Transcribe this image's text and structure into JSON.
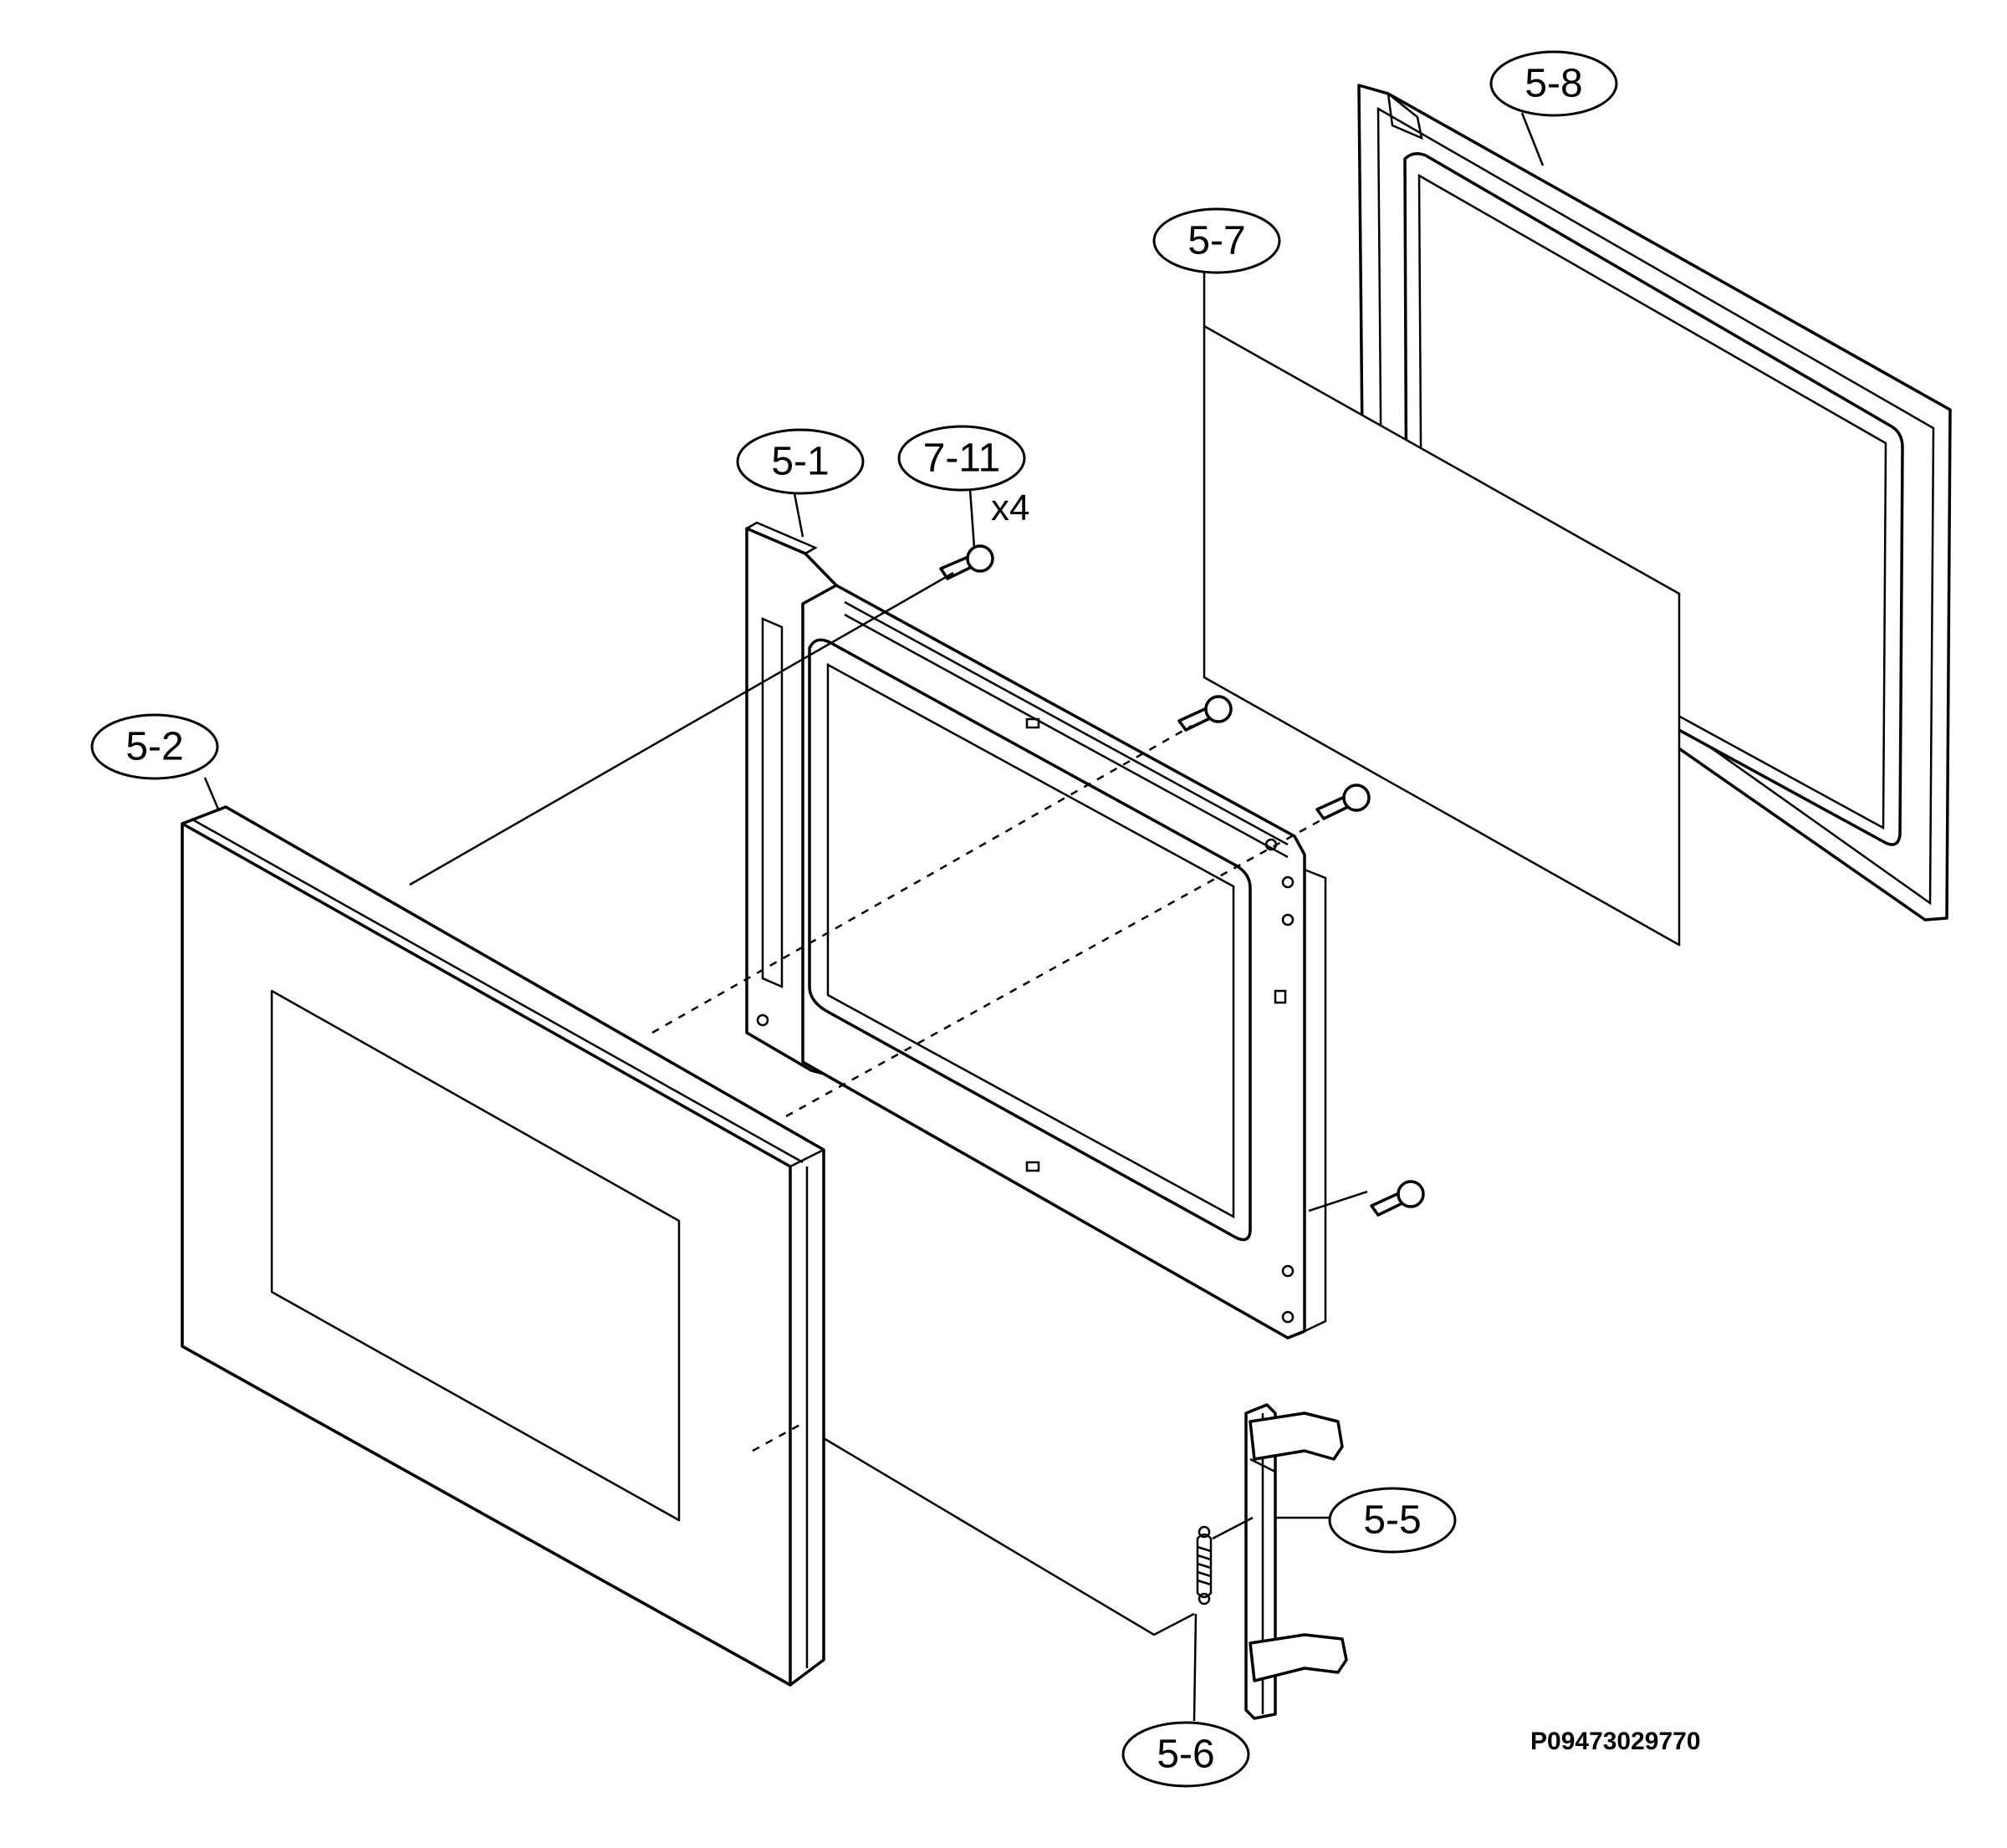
{
  "diagram": {
    "callouts": {
      "c58": "5-8",
      "c57": "5-7",
      "c51": "5-1",
      "c711": "7-11",
      "c52": "5-2",
      "c55": "5-5",
      "c56": "5-6"
    },
    "quantity": "x4",
    "drawing_code": "P09473029770"
  },
  "colors": {
    "line": "#000000",
    "background": "#ffffff"
  }
}
